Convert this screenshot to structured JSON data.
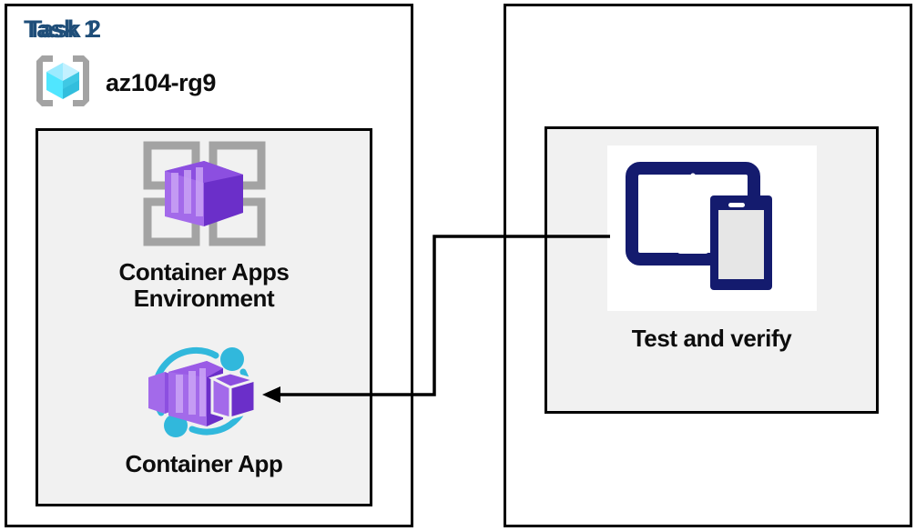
{
  "diagram": {
    "title_color": "#1F4E79",
    "text_color": "#0d0d0d",
    "panel_border_color": "#000000",
    "inner_box_fill": "#F1F1F1",
    "connector_color": "#000000"
  },
  "task1": {
    "title": "Task 1",
    "resource_group": {
      "icon": "azure-resource-group-icon",
      "name": "az104-rg9"
    },
    "nodes": [
      {
        "icon": "container-apps-environment-icon",
        "caption": "Container Apps\nEnvironment",
        "accent": "#7F3FD6"
      },
      {
        "icon": "container-app-icon",
        "caption": "Container App",
        "accent": "#7F3FD6",
        "ring_color": "#31B8DC"
      }
    ]
  },
  "task2": {
    "title": "Task 2",
    "nodes": [
      {
        "icon": "test-and-verify-devices-icon",
        "caption": "Test and verify",
        "accent": "#141B6E"
      }
    ]
  },
  "connector": {
    "name": "arrow-test-to-container-app",
    "from": "Test and verify",
    "to": "Container App",
    "direction": "left",
    "style": "elbow-arrow"
  }
}
